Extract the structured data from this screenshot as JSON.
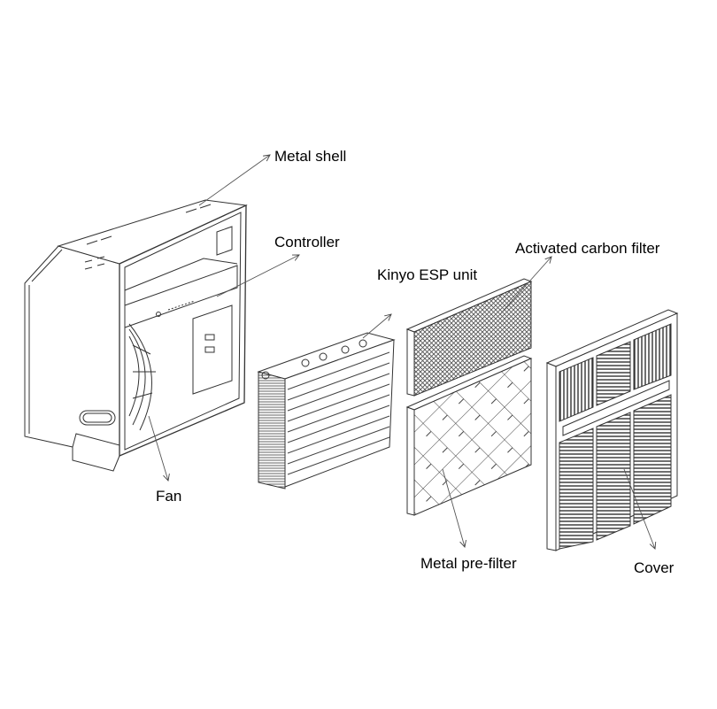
{
  "diagram": {
    "type": "exploded-view",
    "background": "#ffffff",
    "line_color": "#333333",
    "labels": {
      "metal_shell": "Metal shell",
      "controller": "Controller",
      "kinyo_esp_unit": "Kinyo ESP unit",
      "activated_carbon_filter": "Activated carbon filter",
      "fan": "Fan",
      "metal_pre_filter": "Metal pre-filter",
      "cover": "Cover"
    },
    "components": [
      {
        "id": "metal-shell",
        "label": "Metal shell"
      },
      {
        "id": "controller",
        "label": "Controller"
      },
      {
        "id": "fan",
        "label": "Fan"
      },
      {
        "id": "kinyo-esp-unit",
        "label": "Kinyo ESP unit"
      },
      {
        "id": "activated-carbon-filter",
        "label": "Activated carbon filter"
      },
      {
        "id": "metal-pre-filter",
        "label": "Metal pre-filter"
      },
      {
        "id": "cover",
        "label": "Cover"
      }
    ]
  }
}
